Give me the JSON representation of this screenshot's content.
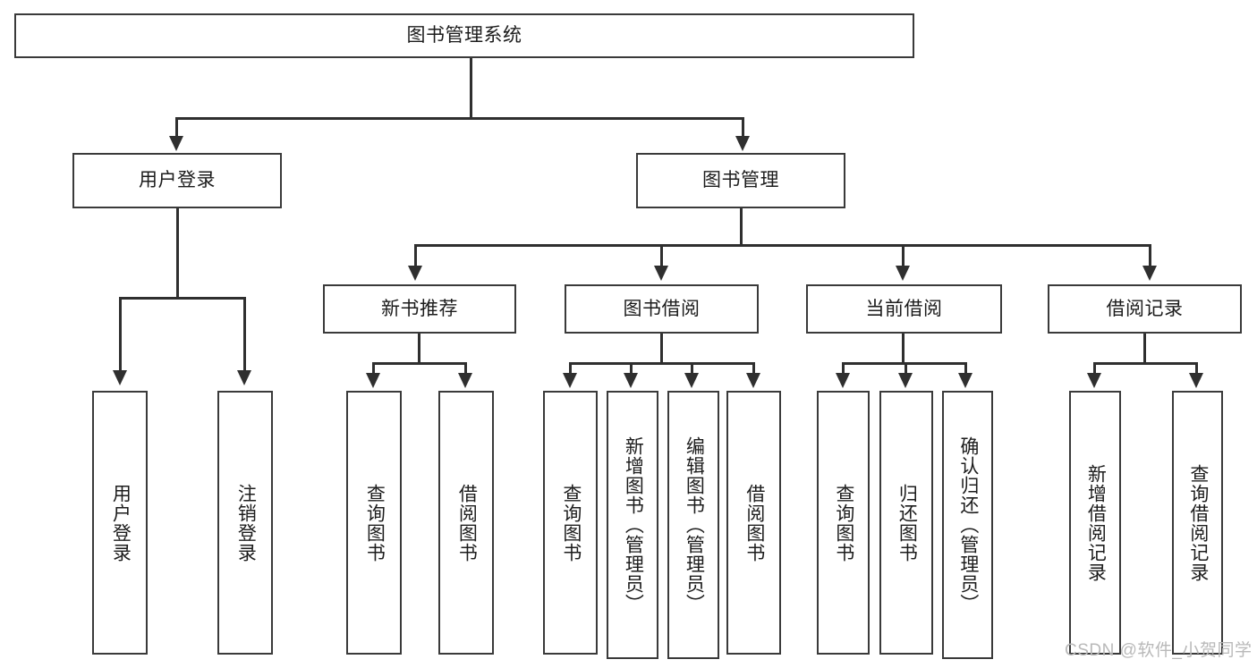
{
  "diagram": {
    "type": "tree-hierarchy",
    "title": "图书管理系统",
    "root": {
      "id": "root",
      "label": "图书管理系统",
      "orientation": "horizontal"
    },
    "level2": [
      {
        "id": "user-login",
        "label": "用户登录",
        "orientation": "horizontal"
      },
      {
        "id": "book-management",
        "label": "图书管理",
        "orientation": "horizontal"
      }
    ],
    "level3": [
      {
        "id": "new-book-recommend",
        "label": "新书推荐",
        "orientation": "horizontal",
        "parent": "book-management"
      },
      {
        "id": "book-borrow",
        "label": "图书借阅",
        "orientation": "horizontal",
        "parent": "book-management"
      },
      {
        "id": "current-borrow",
        "label": "当前借阅",
        "orientation": "horizontal",
        "parent": "book-management"
      },
      {
        "id": "borrow-record",
        "label": "借阅记录",
        "orientation": "horizontal",
        "parent": "book-management"
      }
    ],
    "leaves": [
      {
        "id": "leaf-user-login",
        "label": "用户登录",
        "orientation": "vertical",
        "parent": "user-login"
      },
      {
        "id": "leaf-logout",
        "label": "注销登录",
        "orientation": "vertical",
        "parent": "user-login"
      },
      {
        "id": "leaf-query-book-1",
        "label": "查询图书",
        "orientation": "vertical",
        "parent": "new-book-recommend"
      },
      {
        "id": "leaf-borrow-book-1",
        "label": "借阅图书",
        "orientation": "vertical",
        "parent": "new-book-recommend"
      },
      {
        "id": "leaf-query-book-2",
        "label": "查询图书",
        "orientation": "vertical",
        "parent": "book-borrow"
      },
      {
        "id": "leaf-add-book",
        "label": "新增图书（管理员）",
        "orientation": "vertical",
        "parent": "book-borrow"
      },
      {
        "id": "leaf-edit-book",
        "label": "编辑图书（管理员）",
        "orientation": "vertical",
        "parent": "book-borrow"
      },
      {
        "id": "leaf-borrow-book-2",
        "label": "借阅图书",
        "orientation": "vertical",
        "parent": "book-borrow"
      },
      {
        "id": "leaf-query-book-3",
        "label": "查询图书",
        "orientation": "vertical",
        "parent": "current-borrow"
      },
      {
        "id": "leaf-return-book",
        "label": "归还图书",
        "orientation": "vertical",
        "parent": "current-borrow"
      },
      {
        "id": "leaf-confirm-return",
        "label": "确认归还（管理员）",
        "orientation": "vertical",
        "parent": "current-borrow"
      },
      {
        "id": "leaf-add-record",
        "label": "新增借阅记录",
        "orientation": "vertical",
        "parent": "borrow-record"
      },
      {
        "id": "leaf-query-record",
        "label": "查询借阅记录",
        "orientation": "vertical",
        "parent": "borrow-record"
      }
    ]
  },
  "watermark": {
    "text": "CSDN @软件_小贺同学"
  },
  "colors": {
    "border": "#3a3a3a",
    "connector": "#2f2f2f",
    "background": "#ffffff",
    "text": "#1c1c1c",
    "watermark": "#b9b9b9"
  }
}
